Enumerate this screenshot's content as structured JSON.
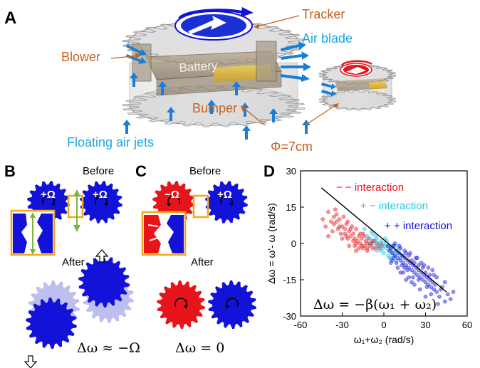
{
  "panels": {
    "A": {
      "letter": "A",
      "labels": {
        "tracker": "Tracker",
        "air_blade": "Air blade",
        "blower": "Blower",
        "battery": "Battery",
        "bumper": "Bumper",
        "floating_air_jets": "Floating air jets",
        "diameter": "Φ=7cm"
      }
    },
    "B": {
      "letter": "B",
      "before": "Before",
      "after": "After",
      "left_spin": "+Ω",
      "right_spin": "+Ω",
      "equation": "Δω ≈ −Ω"
    },
    "C": {
      "letter": "C",
      "before": "Before",
      "after": "After",
      "left_spin": "−Ω",
      "right_spin": "+Ω",
      "equation": "Δω = 0"
    },
    "D": {
      "letter": "D",
      "equation": "Δω = −β(ω₁ + ω₂)"
    }
  },
  "colors": {
    "red": "#e8141b",
    "blue": "#1212d8",
    "cyan": "#1ec8e6",
    "orange_text": "#c7601e",
    "cyan_text": "#1aa6e0",
    "frame": "#f0a818"
  },
  "chart_data": {
    "type": "scatter",
    "xlabel": "ω₁+ω₂ (rad/s)",
    "ylabel": "Δω = ω'- ω (rad/s)",
    "xlim": [
      -60,
      60
    ],
    "ylim": [
      -30,
      30
    ],
    "xticks": [
      "-60",
      "-30",
      "0",
      "30",
      "60"
    ],
    "yticks": [
      "30",
      "15",
      "0",
      "-15",
      "-30"
    ],
    "grid": false,
    "fit_line": {
      "x": [
        -45,
        45
      ],
      "y": [
        23,
        -20
      ]
    },
    "series": [
      {
        "name": "− − interaction",
        "color": "#e8141b",
        "points": [
          [
            -40,
            13
          ],
          [
            -36,
            11
          ],
          [
            -34,
            9
          ],
          [
            -32,
            10
          ],
          [
            -30,
            7
          ],
          [
            -28,
            6
          ],
          [
            -27,
            8
          ],
          [
            -25,
            5
          ],
          [
            -24,
            3
          ],
          [
            -22,
            4
          ],
          [
            -21,
            2
          ],
          [
            -20,
            6
          ],
          [
            -19,
            1
          ],
          [
            -18,
            3
          ],
          [
            -17,
            0
          ],
          [
            -16,
            2
          ],
          [
            -15,
            4
          ],
          [
            -14,
            -1
          ],
          [
            -13,
            1
          ],
          [
            -12,
            0
          ],
          [
            -11,
            2
          ],
          [
            -10,
            -1
          ],
          [
            -9,
            0
          ],
          [
            -8,
            -2
          ],
          [
            -7,
            1
          ],
          [
            -6,
            -2
          ],
          [
            -38,
            9
          ],
          [
            -35,
            14
          ],
          [
            -33,
            6
          ],
          [
            -31,
            4
          ],
          [
            -29,
            11
          ],
          [
            -26,
            2
          ],
          [
            -23,
            7
          ],
          [
            -20,
            0
          ],
          [
            -18,
            -2
          ],
          [
            -16,
            -1
          ],
          [
            -14,
            3
          ],
          [
            -12,
            -3
          ],
          [
            -10,
            0
          ],
          [
            -30,
            2
          ],
          [
            -28,
            4
          ],
          [
            -26,
            9
          ],
          [
            -24,
            6
          ],
          [
            -22,
            1
          ],
          [
            -44,
            10
          ],
          [
            -42,
            7
          ],
          [
            -37,
            5
          ],
          [
            -25,
            -1
          ],
          [
            -20,
            -3
          ],
          [
            -15,
            -2
          ],
          [
            -5,
            0
          ],
          [
            -4,
            -1
          ],
          [
            -8,
            1
          ],
          [
            -3,
            -2
          ],
          [
            -2,
            0
          ],
          [
            -1,
            -1
          ],
          [
            -12,
            -2
          ],
          [
            -17,
            4
          ],
          [
            -21,
            -1
          ],
          [
            -27,
            3
          ],
          [
            -32,
            7
          ],
          [
            -34,
            12
          ],
          [
            -36,
            8
          ],
          [
            -40,
            3
          ]
        ]
      },
      {
        "name": "+ − interaction",
        "color": "#1ec8e6",
        "points": [
          [
            -12,
            3
          ],
          [
            -10,
            2
          ],
          [
            -8,
            4
          ],
          [
            -6,
            1
          ],
          [
            -5,
            2
          ],
          [
            -4,
            0
          ],
          [
            -3,
            -1
          ],
          [
            -2,
            1
          ],
          [
            -1,
            -2
          ],
          [
            0,
            0
          ],
          [
            1,
            -1
          ],
          [
            2,
            -2
          ],
          [
            3,
            -1
          ],
          [
            4,
            -3
          ],
          [
            5,
            -2
          ],
          [
            6,
            -4
          ],
          [
            7,
            -3
          ],
          [
            8,
            -5
          ],
          [
            10,
            -4
          ],
          [
            12,
            -6
          ],
          [
            -14,
            6
          ],
          [
            -9,
            5
          ],
          [
            -7,
            -1
          ],
          [
            -5,
            -3
          ],
          [
            0,
            -4
          ],
          [
            2,
            1
          ],
          [
            4,
            -6
          ],
          [
            6,
            -1
          ],
          [
            9,
            -7
          ],
          [
            14,
            -5
          ],
          [
            -11,
            0
          ],
          [
            1,
            2
          ],
          [
            3,
            -5
          ],
          [
            -6,
            3
          ],
          [
            11,
            -2
          ],
          [
            -2,
            -3
          ],
          [
            5,
            -6
          ],
          [
            8,
            -1
          ]
        ]
      },
      {
        "name": "+ + interaction",
        "color": "#1212d8",
        "points": [
          [
            5,
            -2
          ],
          [
            6,
            -4
          ],
          [
            7,
            -1
          ],
          [
            8,
            -5
          ],
          [
            9,
            -3
          ],
          [
            10,
            -6
          ],
          [
            11,
            -4
          ],
          [
            12,
            -7
          ],
          [
            13,
            -5
          ],
          [
            14,
            -8
          ],
          [
            15,
            -6
          ],
          [
            16,
            -9
          ],
          [
            17,
            -7
          ],
          [
            18,
            -10
          ],
          [
            19,
            -8
          ],
          [
            20,
            -11
          ],
          [
            21,
            -9
          ],
          [
            22,
            -12
          ],
          [
            23,
            -10
          ],
          [
            24,
            -13
          ],
          [
            25,
            -11
          ],
          [
            26,
            -14
          ],
          [
            27,
            -12
          ],
          [
            28,
            -15
          ],
          [
            29,
            -13
          ],
          [
            30,
            -16
          ],
          [
            31,
            -14
          ],
          [
            32,
            -17
          ],
          [
            33,
            -15
          ],
          [
            34,
            -18
          ],
          [
            35,
            -16
          ],
          [
            36,
            -19
          ],
          [
            38,
            -20
          ],
          [
            40,
            -22
          ],
          [
            42,
            -18
          ],
          [
            44,
            -24
          ],
          [
            46,
            -21
          ],
          [
            12,
            -2
          ],
          [
            15,
            -3
          ],
          [
            18,
            -5
          ],
          [
            20,
            -7
          ],
          [
            22,
            -8
          ],
          [
            25,
            -9
          ],
          [
            28,
            -10
          ],
          [
            30,
            -12
          ],
          [
            33,
            -13
          ],
          [
            10,
            -10
          ],
          [
            14,
            -12
          ],
          [
            18,
            -14
          ],
          [
            22,
            -17
          ],
          [
            26,
            -19
          ],
          [
            30,
            -22
          ],
          [
            8,
            0
          ],
          [
            11,
            -1
          ],
          [
            16,
            -4
          ],
          [
            24,
            -6
          ],
          [
            27,
            -8
          ],
          [
            35,
            -11
          ],
          [
            38,
            -14
          ],
          [
            6,
            -7
          ],
          [
            9,
            -8
          ],
          [
            13,
            -9
          ],
          [
            17,
            -11
          ],
          [
            21,
            -14
          ],
          [
            19,
            -4
          ],
          [
            23,
            -6
          ],
          [
            29,
            -9
          ],
          [
            32,
            -10
          ],
          [
            37,
            -17
          ],
          [
            41,
            -19
          ],
          [
            44,
            -16
          ],
          [
            48,
            -23
          ],
          [
            4,
            -3
          ],
          [
            3,
            -1
          ],
          [
            7,
            -6
          ],
          [
            15,
            -10
          ],
          [
            20,
            -16
          ],
          [
            25,
            -15
          ],
          [
            31,
            -18
          ],
          [
            34,
            -21
          ],
          [
            36,
            -13
          ],
          [
            39,
            -25
          ],
          [
            50,
            -20
          ],
          [
            5,
            -8
          ],
          [
            12,
            -12
          ],
          [
            16,
            -15
          ]
        ]
      }
    ],
    "annotations": [
      {
        "text": "− − interaction",
        "color": "#e8141b"
      },
      {
        "text": "+ − interaction",
        "color": "#1ec8e6"
      },
      {
        "text": "+ + interaction",
        "color": "#1212d8"
      }
    ]
  }
}
